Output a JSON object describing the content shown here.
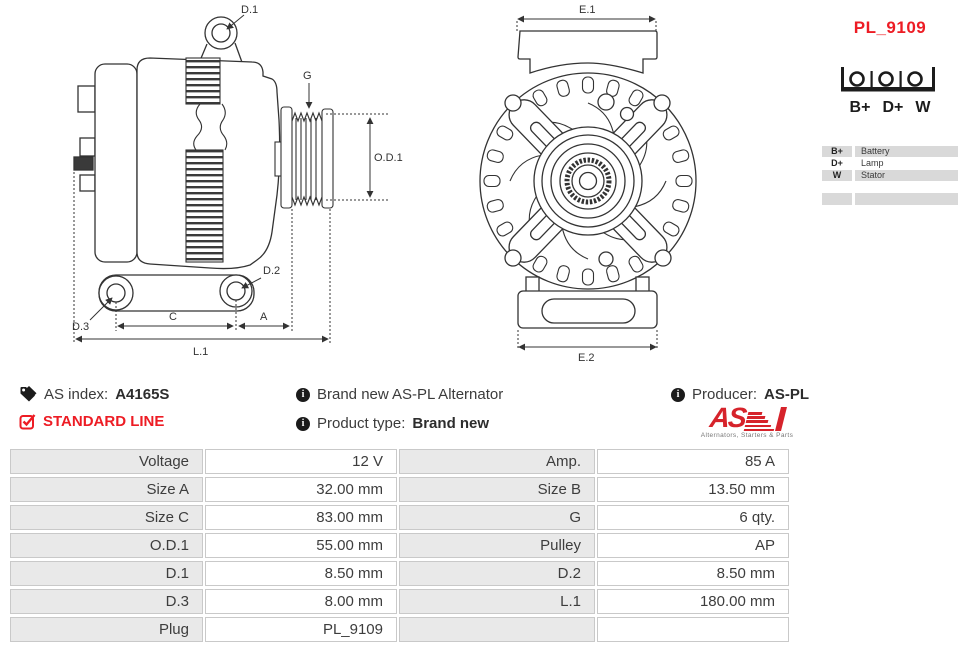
{
  "part_code": "PL_9109",
  "connector": {
    "terminals": [
      "B+",
      "D+",
      "W"
    ]
  },
  "legend": {
    "rows": [
      {
        "term": "B+",
        "desc": "Battery"
      },
      {
        "term": "D+",
        "desc": "Lamp"
      },
      {
        "term": "W",
        "desc": "Stator"
      }
    ]
  },
  "diagrams": {
    "side": {
      "d1": "D.1",
      "g": "G",
      "od1": "O.D.1",
      "d2": "D.2",
      "d3": "D.3",
      "c": "C",
      "a": "A",
      "l1": "L.1"
    },
    "front": {
      "e1": "E.1",
      "e2": "E.2"
    }
  },
  "info": {
    "as_index_label": "AS index:",
    "as_index_value": "A4165S",
    "standard_line": "STANDARD LINE",
    "brand_new": "Brand new AS-PL Alternator",
    "product_type_label": "Product type:",
    "product_type_value": "Brand new",
    "producer_label": "Producer:",
    "producer_value": "AS-PL",
    "logo_text": "AS",
    "logo_tagline": "Alternators, Starters & Parts"
  },
  "colors": {
    "accent_red": "#ed1c24",
    "table_label_bg": "#e9e9e9",
    "legend_bg": "#d9d9d9"
  },
  "spec_table": {
    "rows": [
      {
        "l1": "Voltage",
        "v1": "12 V",
        "l2": "Amp.",
        "v2": "85 A"
      },
      {
        "l1": "Size A",
        "v1": "32.00 mm",
        "l2": "Size B",
        "v2": "13.50 mm"
      },
      {
        "l1": "Size C",
        "v1": "83.00 mm",
        "l2": "G",
        "v2": "6 qty."
      },
      {
        "l1": "O.D.1",
        "v1": "55.00 mm",
        "l2": "Pulley",
        "v2": "AP"
      },
      {
        "l1": "D.1",
        "v1": "8.50 mm",
        "l2": "D.2",
        "v2": "8.50 mm"
      },
      {
        "l1": "D.3",
        "v1": "8.00 mm",
        "l2": "L.1",
        "v2": "180.00 mm"
      },
      {
        "l1": "Plug",
        "v1": "PL_9109",
        "l2": "",
        "v2": ""
      }
    ]
  }
}
